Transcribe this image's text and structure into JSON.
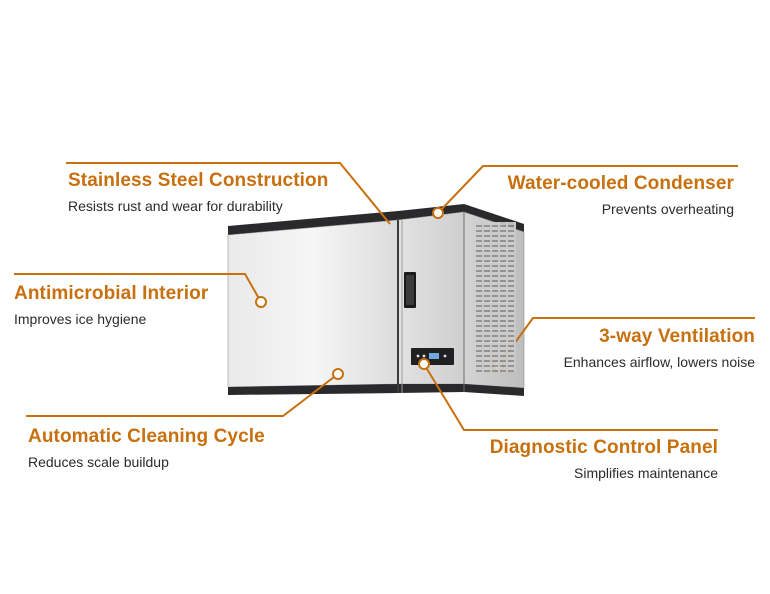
{
  "accent_color": "#c8700e",
  "features": [
    {
      "title": "Stainless Steel Construction",
      "description": "Resists rust and wear for durability"
    },
    {
      "title": "Water-cooled Condenser",
      "description": "Prevents overheating"
    },
    {
      "title": "Antimicrobial Interior",
      "description": "Improves ice hygiene"
    },
    {
      "title": "3-way Ventilation",
      "description": "Enhances airflow, lowers noise"
    },
    {
      "title": "Automatic Cleaning Cycle",
      "description": "Reduces scale buildup"
    },
    {
      "title": "Diagnostic Control Panel",
      "description": "Simplifies maintenance"
    }
  ]
}
